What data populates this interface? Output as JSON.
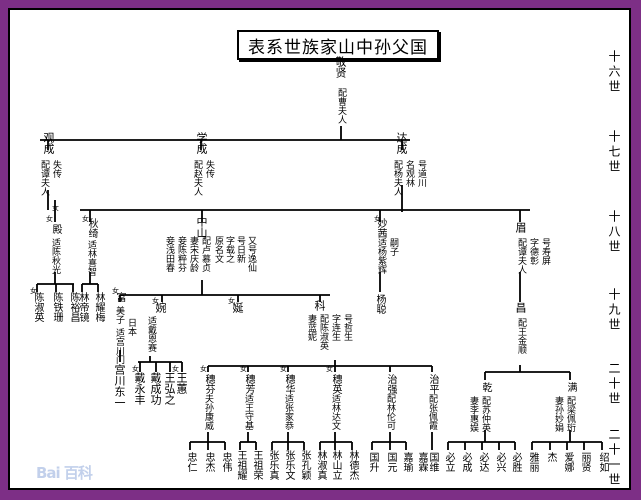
{
  "title": "表系世族家山中孙父国",
  "watermark": "Bai 百科",
  "generations": [
    "十六世",
    "十七世",
    "十八世",
    "十九世",
    "二十世",
    "二十一世"
  ],
  "people": {
    "jingxian": {
      "name": "敬贤",
      "spouse": "配曹夫人"
    },
    "guancheng": {
      "name": "观成",
      "spouse": "配谭夫人",
      "note": "失传"
    },
    "xuecheng": {
      "name": "学成",
      "spouse": "配赵夫人",
      "note": "失传"
    },
    "dacheng": {
      "name": "达成",
      "spouse": "配杨夫人",
      "names": [
        "名观林",
        "号道川"
      ]
    },
    "dian": {
      "name": "殿",
      "spouse": "适陈秋光"
    },
    "qiuqi": {
      "name": "秋绮",
      "spouse": "适林喜智"
    },
    "zhongshan": {
      "name": "中山",
      "aliases": [
        "原名文",
        "字载之",
        "号日新",
        "又号逸仙"
      ],
      "spouses": [
        "配卢慕贞",
        "妻宋庆龄",
        "妾陈粹芬",
        "妾浅田春"
      ]
    },
    "miaoqian": {
      "name": "妙茜",
      "spouse": "适杨紫辉",
      "note": "嗣子"
    },
    "mei": {
      "name": "眉",
      "spouse": "配谭夫人",
      "aliases": [
        "字德彰",
        "号寿屏"
      ]
    },
    "chen_shu": "陈淑英",
    "chen_tie": "陈铁珊",
    "chen_yu": "陈裕昌",
    "lin_di": "林帝镜",
    "lin_yao": "林耀梅",
    "fu": {
      "name": "富",
      "aliases": [
        "美子",
        "日本",
        "适宫川门"
      ]
    },
    "wan": {
      "name": "婉",
      "spouse": "适戴恩赛"
    },
    "yan": "娫",
    "ke": {
      "name": "科",
      "aliases": [
        "字连生",
        "号哲生"
      ],
      "spouses": [
        "配陈淑英",
        "妻蓝妮"
      ]
    },
    "yang_cong": "杨聪",
    "chang": {
      "name": "昌",
      "spouse": "配王金顺"
    },
    "gongchuan": "宫川东一",
    "dai_yong": "戴永丰",
    "dai_cheng": "戴成功",
    "wang_hong": "王弘之",
    "wang_hui": "王蕙",
    "sui_fen": {
      "name": "穗芬",
      "spouse": "夫孙康威"
    },
    "sui_fang": {
      "name": "穗芳",
      "spouse": "适王守基"
    },
    "sui_hua": {
      "name": "穗华",
      "spouse": "适张家恭"
    },
    "sui_ying": {
      "name": "穗英",
      "spouse": "适林达文"
    },
    "zhiqiang": {
      "name": "治强",
      "spouse": "配林伦可"
    },
    "zhiping": {
      "name": "治平",
      "spouse": "配张佩霞"
    },
    "qian": {
      "name": "乾",
      "spouses": [
        "配苏仲英",
        "妻李惠娱"
      ]
    },
    "man": {
      "name": "满",
      "spouses": [
        "配梁佩珩",
        "妻孙妙娟"
      ]
    },
    "g21": [
      "忠仁",
      "忠杰",
      "忠伟",
      "王祖耀",
      "王祖荣",
      "张乐真",
      "张乐文",
      "张孔颖",
      "林淑真",
      "林山立",
      "林德杰",
      "国升",
      "国元",
      "嘉瑜",
      "嘉霖",
      "国维",
      "必立",
      "必成",
      "必达",
      "必兴",
      "必胜",
      "雅丽",
      "杰",
      "爱娜",
      "丽贤",
      "绍如"
    ],
    "female_mark": "女"
  }
}
